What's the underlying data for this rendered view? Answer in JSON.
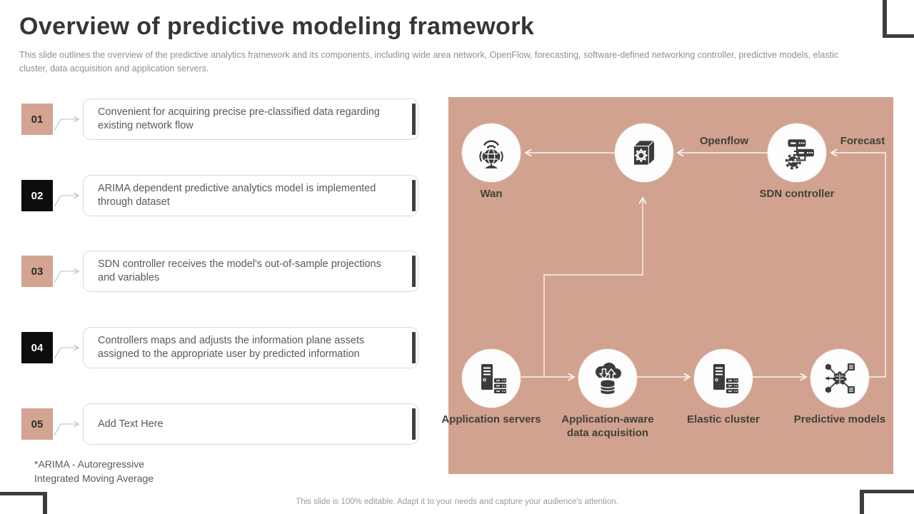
{
  "slide": {
    "title": "Overview of predictive modeling framework",
    "subtitle": "This slide outlines the overview of the predictive analytics framework and its components, including wide area network, OpenFlow, forecasting, software-defined networking controller, predictive models, elastic cluster, data acquisition and application servers.",
    "footnote": "*ARIMA - Autoregressive Integrated Moving Average",
    "footer": "This slide is 100% editable. Adapt it to your needs and capture your audience's attention."
  },
  "steps": [
    {
      "num": "01",
      "text": "Convenient for acquiring precise pre-classified data regarding existing network flow",
      "variant": "accent"
    },
    {
      "num": "02",
      "text": "ARIMA dependent predictive analytics model is implemented through dataset",
      "variant": "dark"
    },
    {
      "num": "03",
      "text": "SDN controller receives the model's out-of-sample projections and variables",
      "variant": "accent"
    },
    {
      "num": "04",
      "text": "Controllers maps and adjusts the information plane assets assigned to the appropriate user by predicted information",
      "variant": "dark"
    },
    {
      "num": "05",
      "text": "Add Text Here",
      "variant": "accent"
    }
  ],
  "diagram": {
    "edge_labels": {
      "openflow": "Openflow",
      "forecast": "Forecast"
    },
    "nodes": {
      "wan": {
        "label": "Wan",
        "icon": "wan-globe-icon"
      },
      "switch": {
        "icon": "network-switch-cube-icon"
      },
      "sdn": {
        "label": "SDN controller",
        "icon": "sdn-controller-gear-icon"
      },
      "app_servers": {
        "label": "Application servers",
        "icon": "application-servers-icon"
      },
      "data_acq": {
        "label": "Application-aware data acquisition",
        "icon": "cloud-data-acquisition-icon"
      },
      "elastic": {
        "label": "Elastic cluster",
        "icon": "elastic-cluster-icon"
      },
      "predictive": {
        "label": "Predictive models",
        "icon": "predictive-models-brain-icon"
      }
    }
  },
  "colors": {
    "accent": "#d2a491",
    "panel_background": "#d1a28f",
    "dark_square": "#0d0d0d",
    "accent_bar": "#3f3f3f",
    "connector_white": "#faf6f3",
    "text_gray": "#595959"
  }
}
